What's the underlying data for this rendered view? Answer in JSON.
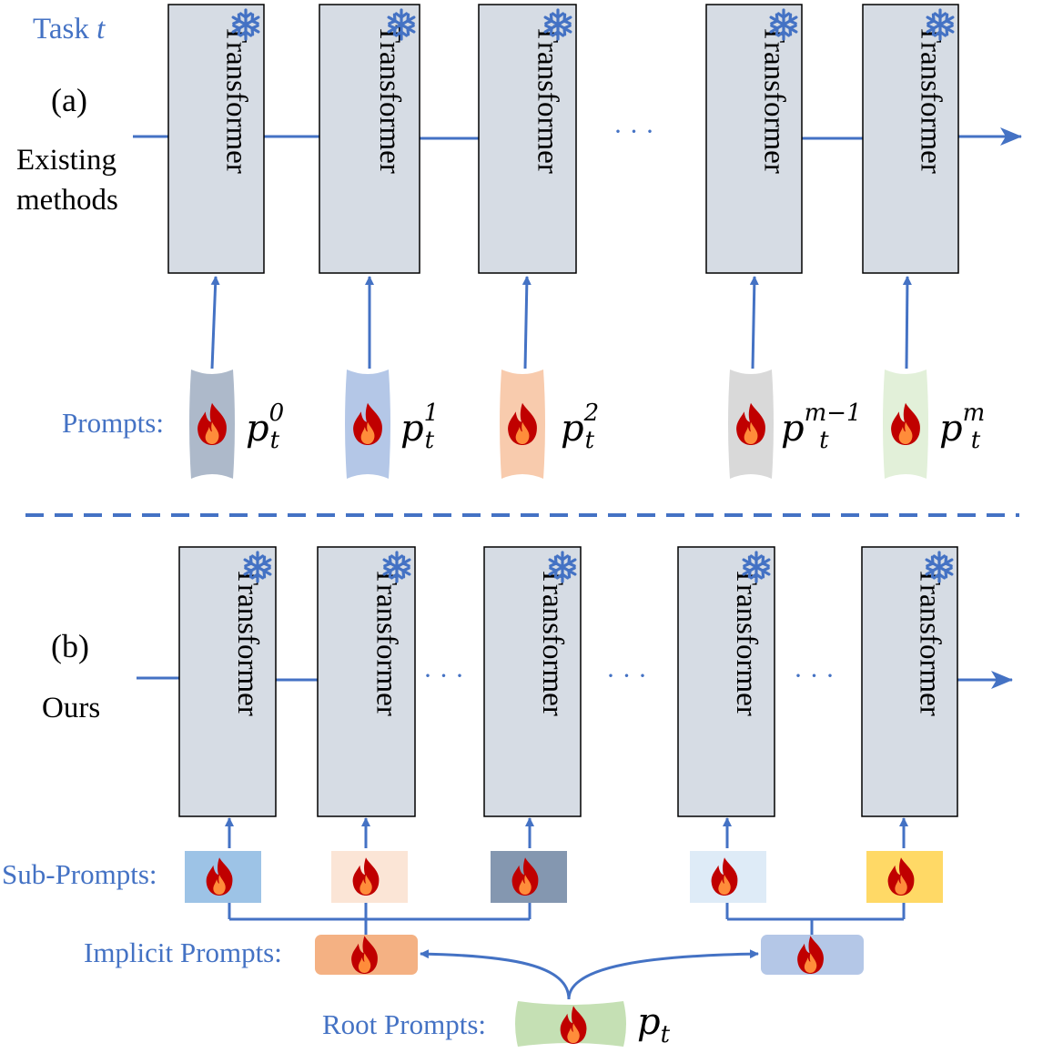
{
  "colors": {
    "line": "#4472c4",
    "block_fill": "#d6dce4",
    "block_stroke": "#000000",
    "label_blue": "#4472c4",
    "flame_outer": "#c00000",
    "flame_inner": "#ff8c3a"
  },
  "icons": {
    "frozen": "snowflake-icon",
    "trainable": "flame-icon"
  },
  "top": {
    "task_label": "Task",
    "task_var": "t",
    "panel_label": "(a)",
    "method_line1": "Existing",
    "method_line2": "methods",
    "block_label": "Transformer",
    "ellipsis": "· · ·",
    "prompts_label": "Prompts:",
    "prompts": [
      {
        "base": "p",
        "sub": "t",
        "sup": "0",
        "color": "#adb9ca"
      },
      {
        "base": "p",
        "sub": "t",
        "sup": "1",
        "color": "#b4c7e7"
      },
      {
        "base": "p",
        "sub": "t",
        "sup": "2",
        "color": "#f8cbad"
      },
      {
        "base": "p",
        "sub": "t",
        "sup": "m−1",
        "color": "#d9d9d9"
      },
      {
        "base": "p",
        "sub": "t",
        "sup": "m",
        "color": "#e2f0d9"
      }
    ]
  },
  "bottom": {
    "panel_label": "(b)",
    "method_label": "Ours",
    "block_label": "Transformer",
    "ellipsis": "· · ·",
    "sub_prompts_label": "Sub-Prompts:",
    "sub_prompts": [
      {
        "color": "#9dc3e6"
      },
      {
        "color": "#fbe5d6"
      },
      {
        "color": "#8497b0"
      },
      {
        "color": "#deebf7"
      },
      {
        "color": "#ffd966"
      }
    ],
    "implicit_label": "Implicit Prompts:",
    "implicit_prompts": [
      {
        "color": "#f4b183"
      },
      {
        "color": "#b4c7e7"
      }
    ],
    "root_label": "Root Prompts:",
    "root_color": "#c5e0b4",
    "root_var_base": "p",
    "root_var_sub": "t"
  }
}
